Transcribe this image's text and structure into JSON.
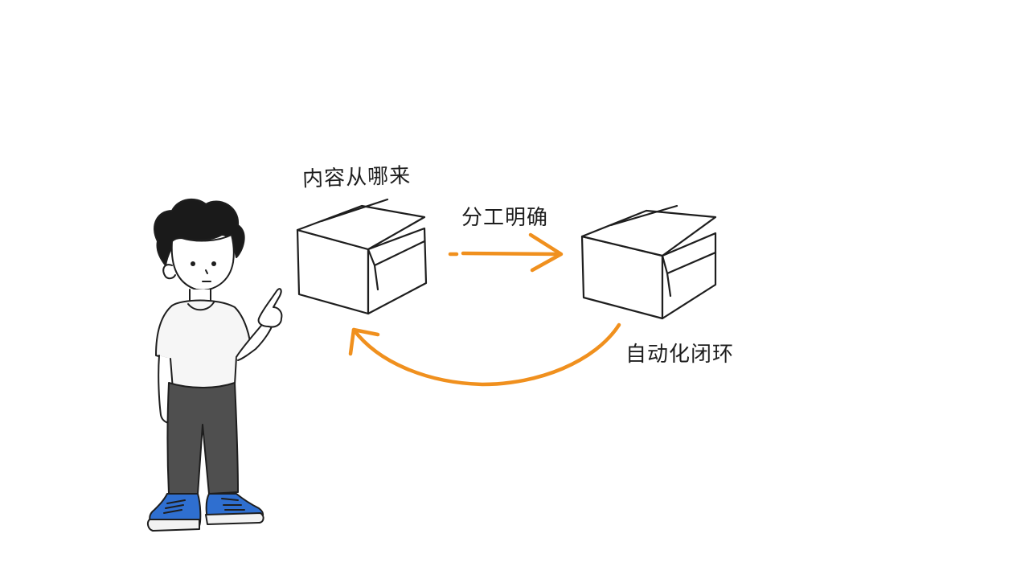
{
  "diagram": {
    "nodes": [
      {
        "id": "source-box",
        "label": "内容从哪来"
      },
      {
        "id": "target-box",
        "label": ""
      }
    ],
    "edges": [
      {
        "from": "source-box",
        "to": "target-box",
        "label": "分工明确",
        "color": "#f0901e"
      },
      {
        "from": "target-box",
        "to": "source-box",
        "label": "自动化闭环",
        "color": "#f0901e"
      }
    ],
    "colors": {
      "accent": "#f0901e",
      "ink": "#1e1e1e",
      "shirt": "#f6f6f6",
      "pants": "#4f4f4f",
      "shoes": "#2f6fd0"
    },
    "figure": {
      "name": "boy-pointing"
    }
  }
}
